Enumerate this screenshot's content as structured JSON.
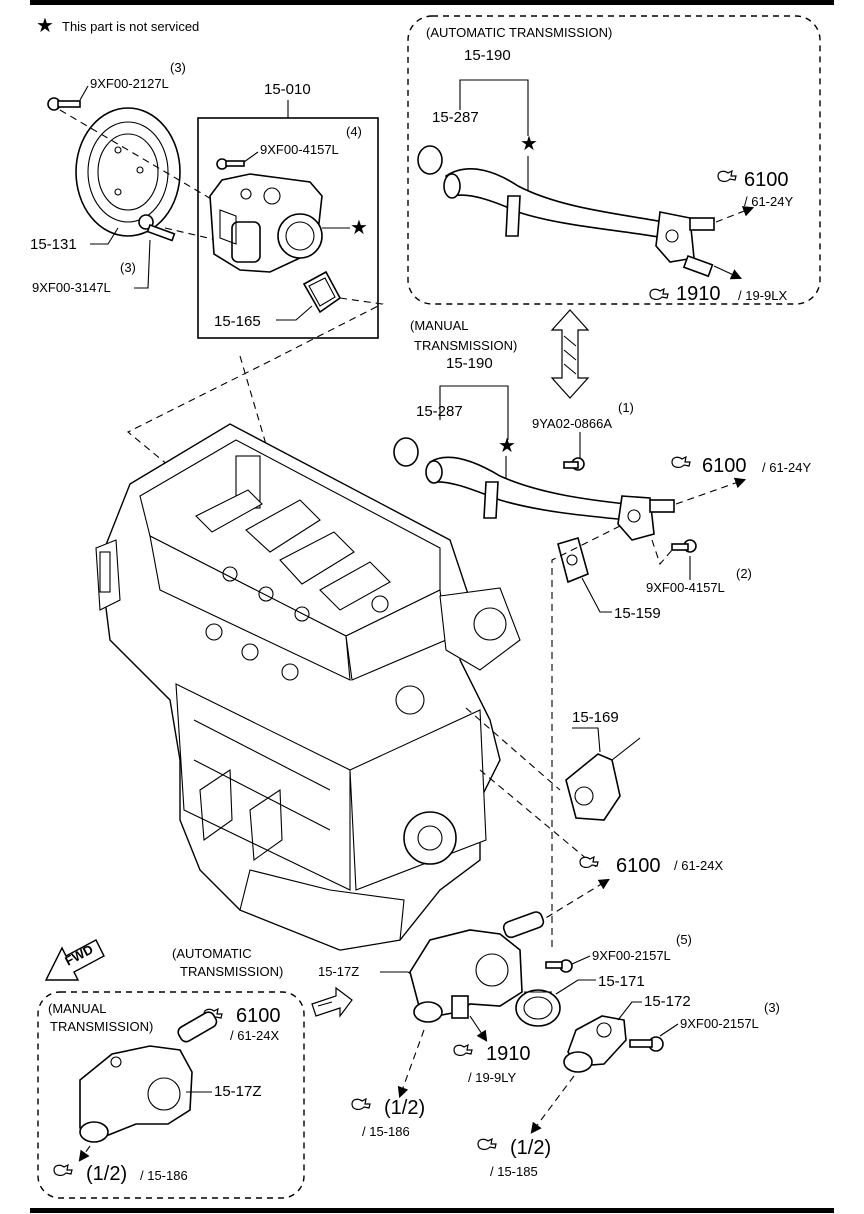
{
  "legend": {
    "text": "This part is not serviced",
    "symbol": "★"
  },
  "callouts": {
    "pulley_bolt": {
      "qty": "(3)",
      "code": "9XF00-2127L"
    },
    "water_pump_assy": {
      "code": "15-010"
    },
    "pump_bolt": {
      "qty": "(4)",
      "code": "9XF00-4157L"
    },
    "pulley": {
      "code": "15-131"
    },
    "pulley_bolt2": {
      "qty": "(3)",
      "code": "9XF00-3147L"
    },
    "pump_gasket": {
      "code": "15-165"
    },
    "at_header": "(AUTOMATIC TRANSMISSION)",
    "at_pipe": {
      "code": "15-190"
    },
    "at_oring": {
      "code": "15-287"
    },
    "at_ref1": {
      "num": "6100",
      "code": "/ 61-24Y"
    },
    "at_ref2": {
      "num": "1910",
      "code": "/ 19-9LX"
    },
    "mt_header_1": "(MANUAL",
    "mt_header_2": "TRANSMISSION)",
    "mt_pipe": {
      "code": "15-190"
    },
    "mt_oring": {
      "code": "15-287"
    },
    "mt_stud": {
      "qty": "(1)",
      "code": "9YA02-0866A"
    },
    "mt_ref1": {
      "num": "6100",
      "code": "/ 61-24Y"
    },
    "mt_bolt": {
      "qty": "(2)",
      "code": "9XF00-4157L"
    },
    "mt_gasket": {
      "code": "15-159"
    },
    "gasket_169": {
      "code": "15-169"
    },
    "ref_61_24x": {
      "num": "6100",
      "code": "/ 61-24X"
    },
    "fwd": "FWD",
    "at_header2_1": "(AUTOMATIC",
    "at_header2_2": "TRANSMISSION)",
    "outlet_at": {
      "code": "15-17Z"
    },
    "thermo_bolt": {
      "qty": "(5)",
      "code": "9XF00-2157L"
    },
    "thermostat": {
      "code": "15-171"
    },
    "thermo_cover": {
      "code": "15-172"
    },
    "cover_bolt": {
      "qty": "(3)",
      "code": "9XF00-2157L"
    },
    "ref_1910": {
      "num": "1910",
      "code": "/ 19-9LY"
    },
    "ref_186": {
      "num": "(1/2)",
      "code": "/ 15-186"
    },
    "ref_185": {
      "num": "(1/2)",
      "code": "/ 15-185"
    },
    "mt2_header_1": "(MANUAL",
    "mt2_header_2": "TRANSMISSION)",
    "mt2_ref1": {
      "num": "6100",
      "code": "/ 61-24X"
    },
    "mt2_outlet": {
      "code": "15-17Z"
    },
    "mt2_ref186": {
      "num": "(1/2)",
      "code": "/ 15-186"
    }
  }
}
